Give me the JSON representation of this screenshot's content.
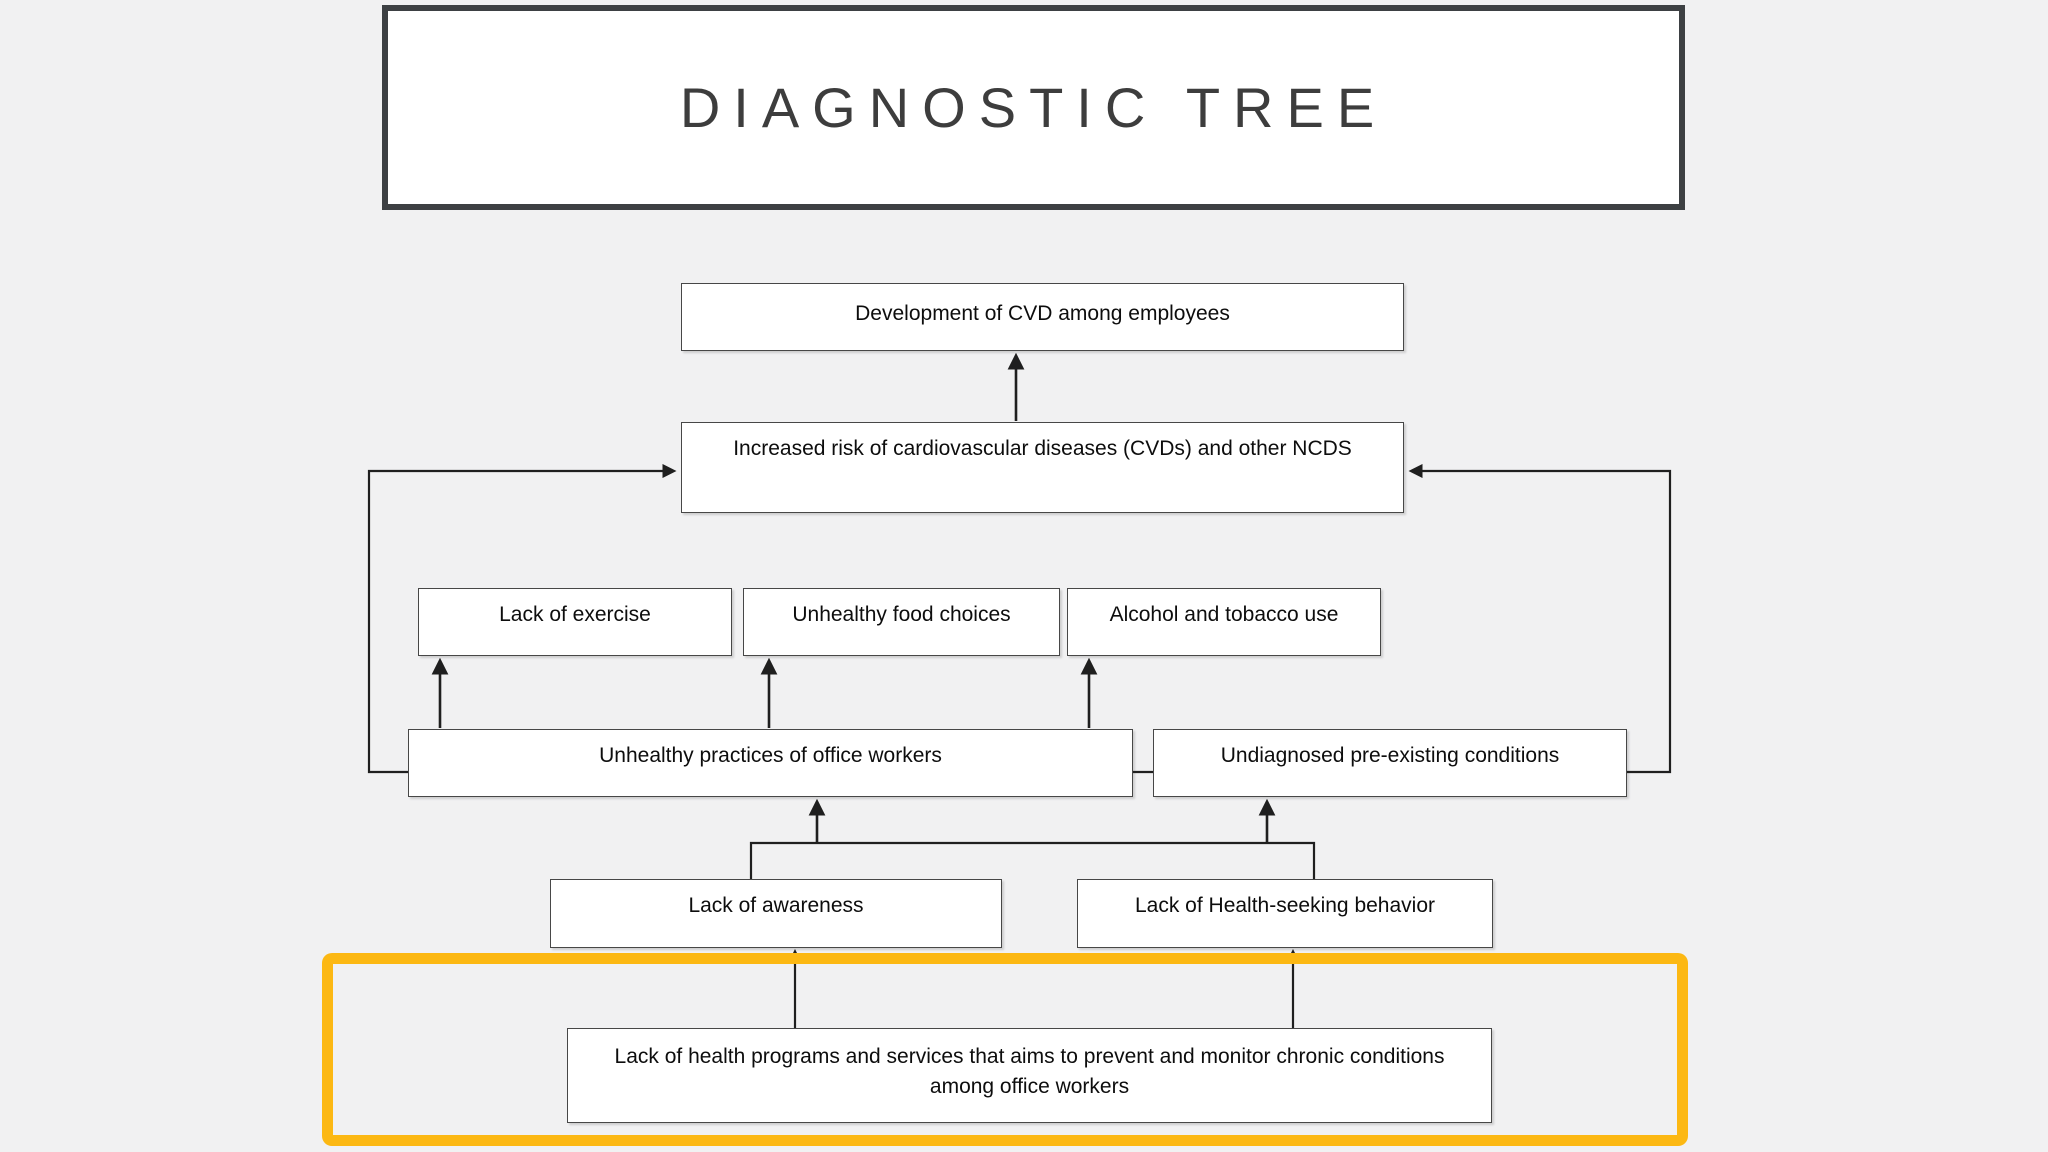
{
  "page": {
    "background_color": "#F1F1F2",
    "line_color": "#1F1F1F",
    "node_fill": "#FFFFFF",
    "node_border_color": "#474747",
    "highlight_color": "#FCB813",
    "title_border_color": "#3D4043"
  },
  "title": {
    "text": "DIAGNOSTIC TREE"
  },
  "diagram": {
    "nodes": {
      "development": {
        "label": "Development of CVD among employees"
      },
      "increased_risk": {
        "label": "Increased risk of cardiovascular diseases (CVDs) and other NCDS"
      },
      "lack_exercise": {
        "label": "Lack of exercise"
      },
      "unhealthy_food": {
        "label": "Unhealthy food choices"
      },
      "alcohol_tobacco": {
        "label": "Alcohol and tobacco use"
      },
      "unhealthy_practices": {
        "label": "Unhealthy practices of office workers"
      },
      "undiagnosed": {
        "label": "Undiagnosed pre-existing conditions"
      },
      "lack_awareness": {
        "label": "Lack of awareness"
      },
      "lack_health_seeking": {
        "label": "Lack of Health-seeking behavior"
      },
      "lack_programs": {
        "label": "Lack of health programs and services that aims to prevent and monitor chronic conditions among office workers"
      }
    },
    "edges": [
      {
        "from": "increased_risk",
        "to": "development",
        "arrow": true
      },
      {
        "from": "unhealthy_practices",
        "to": "lack_exercise",
        "arrow": true
      },
      {
        "from": "unhealthy_practices",
        "to": "unhealthy_food",
        "arrow": true
      },
      {
        "from": "unhealthy_practices",
        "to": "alcohol_tobacco",
        "arrow": true
      },
      {
        "from": "unhealthy_practices",
        "to": "increased_risk",
        "arrow": true,
        "route": "left-loop"
      },
      {
        "from": "undiagnosed",
        "to": "increased_risk",
        "arrow": true,
        "route": "right-loop"
      },
      {
        "from": "unhealthy_practices",
        "to": "undiagnosed",
        "arrow": false,
        "route": "side-link"
      },
      {
        "from": "lack_awareness",
        "to": "unhealthy_practices",
        "arrow": true,
        "route": "shared-bus"
      },
      {
        "from": "lack_awareness",
        "to": "undiagnosed",
        "arrow": true,
        "route": "shared-bus"
      },
      {
        "from": "lack_health_seeking",
        "to": "unhealthy_practices",
        "arrow": true,
        "route": "shared-bus"
      },
      {
        "from": "lack_health_seeking",
        "to": "undiagnosed",
        "arrow": true,
        "route": "shared-bus"
      },
      {
        "from": "lack_programs",
        "to": "lack_awareness",
        "arrow": true
      },
      {
        "from": "lack_programs",
        "to": "lack_health_seeking",
        "arrow": true
      }
    ]
  }
}
